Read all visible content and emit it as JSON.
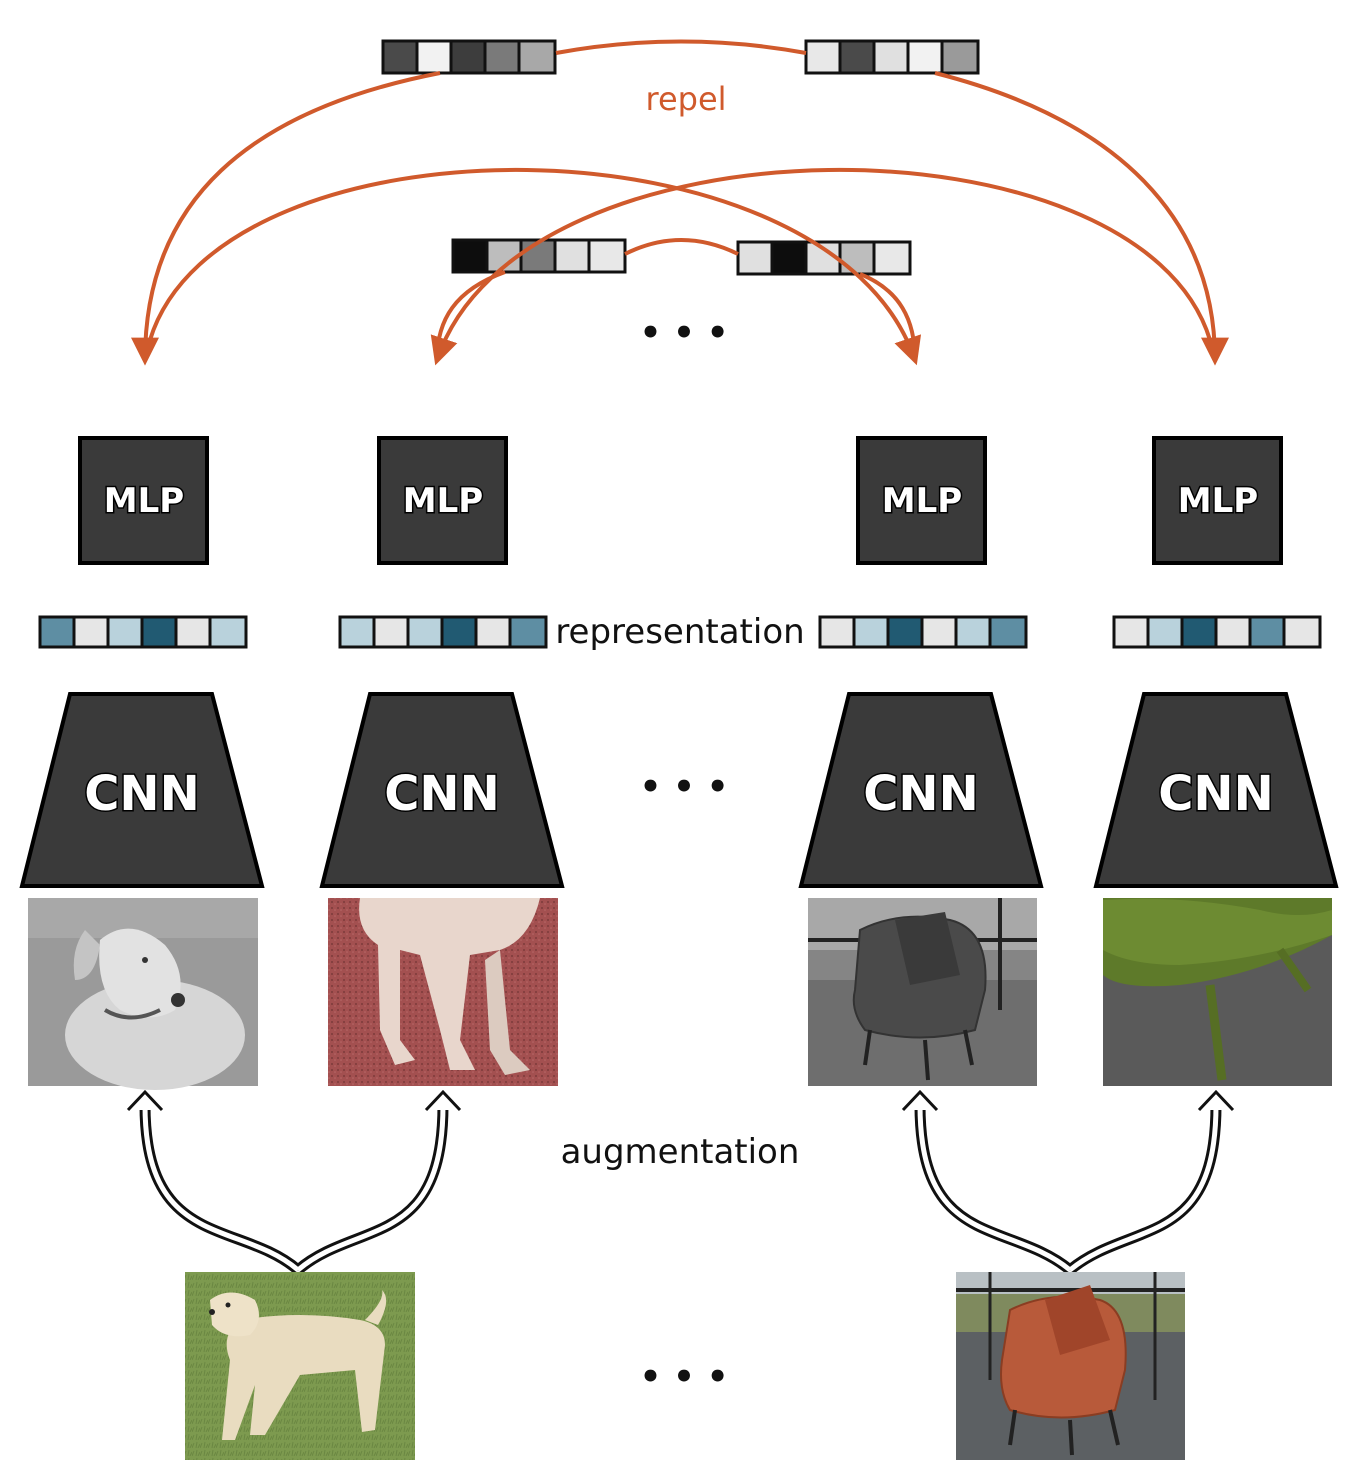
{
  "labels": {
    "repel": "repel",
    "representation": "representation",
    "augmentation": "augmentation",
    "ellipsis": "• • •"
  },
  "colors": {
    "repel": "#d05a2c",
    "block": "#3a3a3a",
    "cell_dark": "#215a72",
    "cell_mid": "#5e8ea3",
    "cell_light": "#b9d2dc",
    "cell_pale": "#e6e6e6"
  },
  "columns": [
    {
      "mlp": "MLP",
      "cnn": "CNN",
      "image": "augmented-dog-grayscale",
      "representation": [
        "mid",
        "pale",
        "light",
        "dark",
        "pale",
        "light"
      ],
      "source_image": "source-dog"
    },
    {
      "mlp": "MLP",
      "cnn": "CNN",
      "image": "augmented-dog-crop-red",
      "representation": [
        "light",
        "pale",
        "light",
        "dark",
        "pale",
        "mid"
      ],
      "source_image": "source-dog"
    },
    {
      "mlp": "MLP",
      "cnn": "CNN",
      "image": "augmented-chair-grayscale",
      "representation": [
        "pale",
        "light",
        "dark",
        "pale",
        "light",
        "mid"
      ],
      "source_image": "source-chair"
    },
    {
      "mlp": "MLP",
      "cnn": "CNN",
      "image": "augmented-chair-crop-green",
      "representation": [
        "pale",
        "light",
        "dark",
        "pale",
        "mid",
        "pale"
      ],
      "source_image": "source-chair"
    }
  ],
  "top_embeddings": [
    [
      "#4a4a4a",
      "#f2f2f2",
      "#3d3d3d",
      "#7a7a7a",
      "#a8a8a8"
    ],
    [
      "#e8e8e8",
      "#4a4a4a",
      "#e0e0e0",
      "#f2f2f2",
      "#9a9a9a"
    ],
    [
      "#0d0d0d",
      "#bdbdbd",
      "#7a7a7a",
      "#e0e0e0",
      "#e8e8e8"
    ],
    [
      "#e0e0e0",
      "#0d0d0d",
      "#e0e0e0",
      "#bdbdbd",
      "#e8e8e8"
    ]
  ],
  "source_images": [
    "source-dog",
    "source-chair"
  ]
}
